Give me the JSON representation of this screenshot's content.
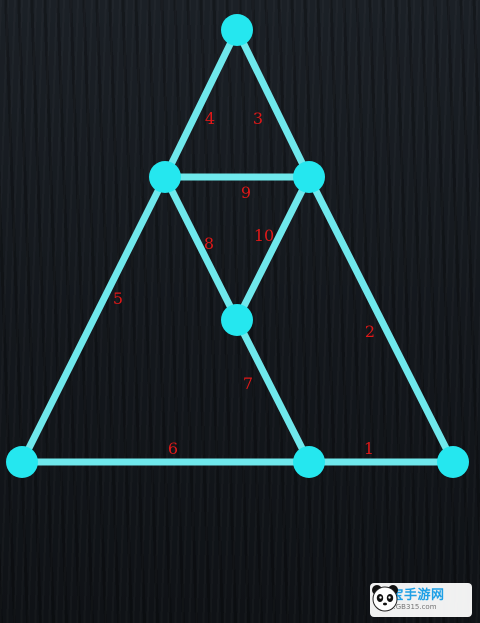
{
  "colors": {
    "stick": "#6fe8ec",
    "node": "#25e7ef",
    "label": "#e01818"
  },
  "sticks": [
    {
      "id": 1,
      "label": "1"
    },
    {
      "id": 2,
      "label": "2"
    },
    {
      "id": 3,
      "label": "3"
    },
    {
      "id": 4,
      "label": "4"
    },
    {
      "id": 5,
      "label": "5"
    },
    {
      "id": 6,
      "label": "6"
    },
    {
      "id": 7,
      "label": "7"
    },
    {
      "id": 8,
      "label": "8"
    },
    {
      "id": 9,
      "label": "9"
    },
    {
      "id": 10,
      "label": "10"
    }
  ],
  "watermark": {
    "brand": "国宝手游网",
    "url": "www.GB315.com",
    "icon": "panda-icon"
  }
}
